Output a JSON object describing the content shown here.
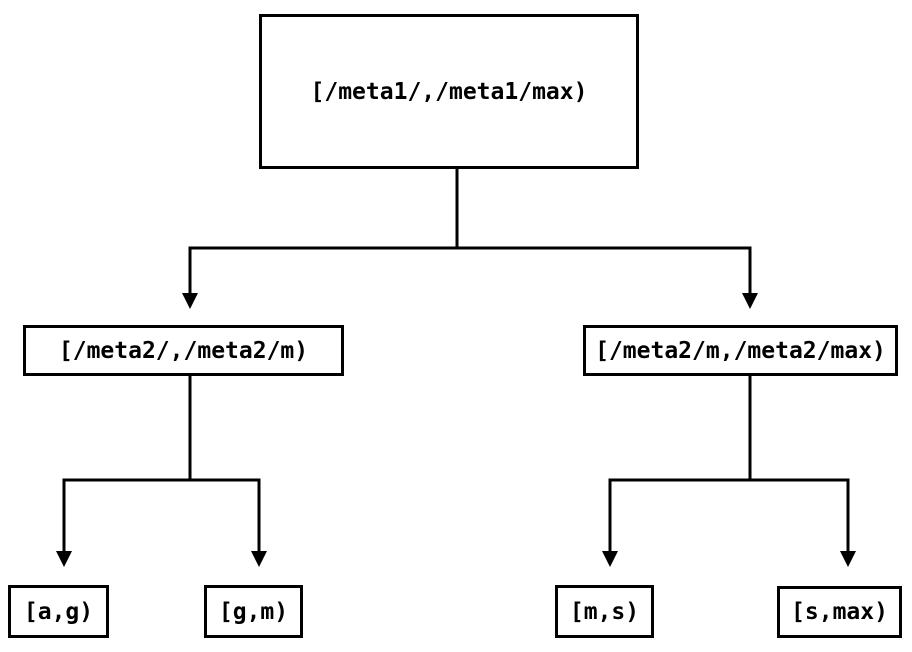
{
  "diagram": {
    "type": "tree",
    "colors": {
      "background": "#ffffff",
      "line": "#000000",
      "box_border": "#000000",
      "text": "#000000"
    },
    "nodes": {
      "root": {
        "label": "[/meta1/,/meta1/max)"
      },
      "left": {
        "label": "[/meta2/,/meta2/m)"
      },
      "right": {
        "label": "[/meta2/m,/meta2/max)"
      },
      "leaf_ag": {
        "label": "[a,g)"
      },
      "leaf_gm": {
        "label": "[g,m)"
      },
      "leaf_ms": {
        "label": "[m,s)"
      },
      "leaf_smax": {
        "label": "[s,max)"
      }
    },
    "edges": [
      {
        "from": "root",
        "to": "left"
      },
      {
        "from": "root",
        "to": "right"
      },
      {
        "from": "left",
        "to": "leaf_ag"
      },
      {
        "from": "left",
        "to": "leaf_gm"
      },
      {
        "from": "right",
        "to": "leaf_ms"
      },
      {
        "from": "right",
        "to": "leaf_smax"
      }
    ]
  }
}
